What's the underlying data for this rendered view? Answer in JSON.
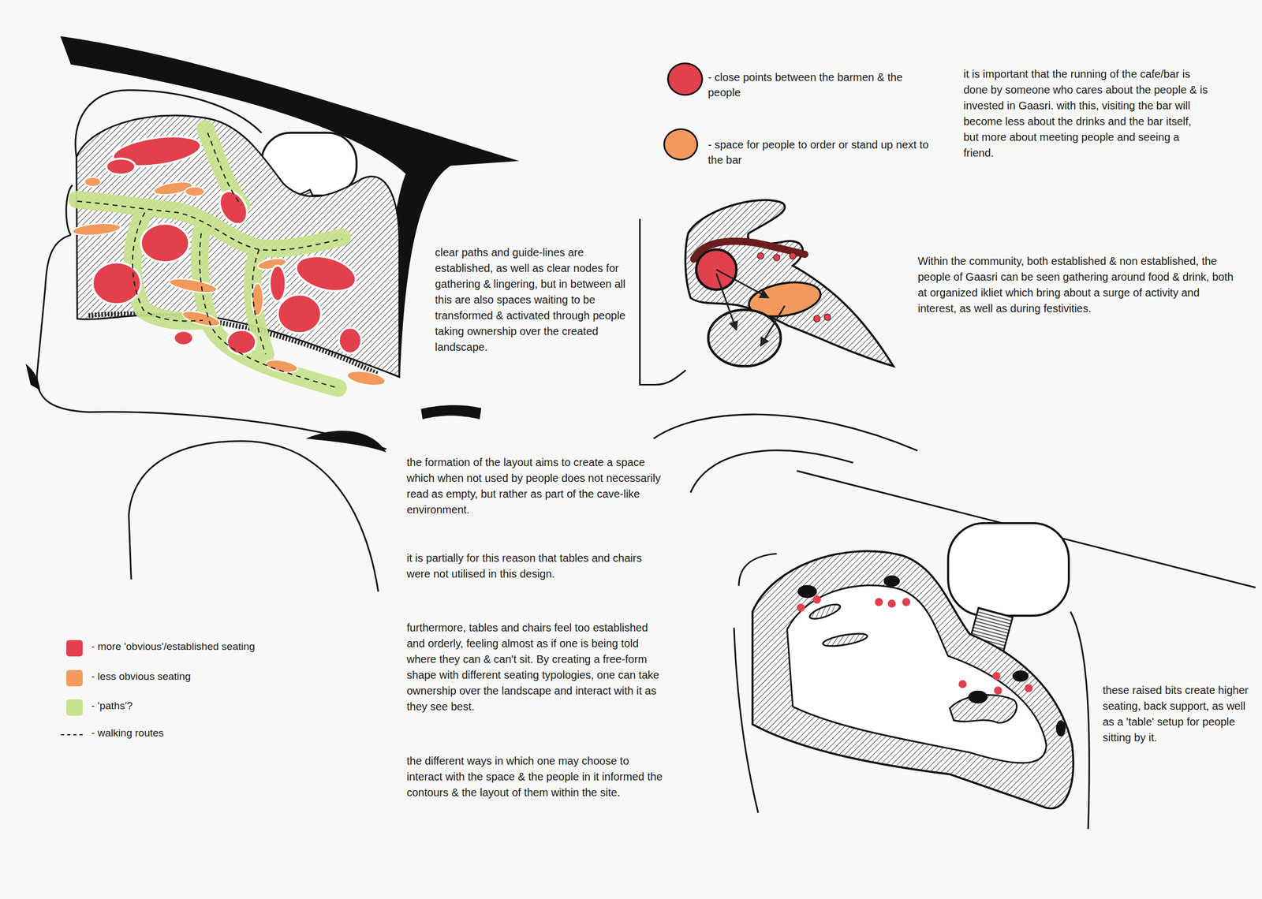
{
  "diagram": {
    "labels": [
      "it is important that the running of the cafe/bar is done by someone who cares about the people & is invested in Gaasri. with this, visiting the bar will become less about the drinks and the bar itself, but more about meeting people and seeing a friend.",
      "clear paths and guide-lines are established, as well as clear nodes for gathering & lingering, but in between all this are also spaces waiting to be transformed & activated through people taking ownership over the created landscape.",
      "Within the community, both established & non established, the people of Gaasri can be seen gathering around food & drink, both at organized ikliet which bring about a surge of activity and interest, as well as during festivities.",
      "the formation of the layout aims to create a space which when not used by people does not necessarily read as empty, but rather as part of the cave-like environment.",
      "it is partially for this reason that tables and chairs were not utilised in this design.",
      "furthermore, tables and chairs feel too established and orderly, feeling almost as if one is being told where they can & can't sit. By creating a free-form shape with different seating typologies, one can take ownership over the landscape and interact with it as they see best.",
      "the different ways in which one may choose to interact with the space & the people in it informed the contours & the layout of them within the site.",
      "these raised bits create higher seating, back support, as well as a 'table' setup for people sitting by it."
    ],
    "legend": [
      {
        "text": "- close points between the barmen & the people",
        "color": "#e2404c"
      },
      {
        "text": "- space for people to order or stand up next to the bar",
        "color": "#f29a5e"
      },
      {
        "text": "- more 'obvious'/established seating",
        "color": "#e2404c"
      },
      {
        "text": "- less obvious seating",
        "color": "#f29a5e"
      },
      {
        "text": "- 'paths'?",
        "color": "#c6e28c"
      },
      {
        "text": "- walking routes"
      }
    ]
  }
}
